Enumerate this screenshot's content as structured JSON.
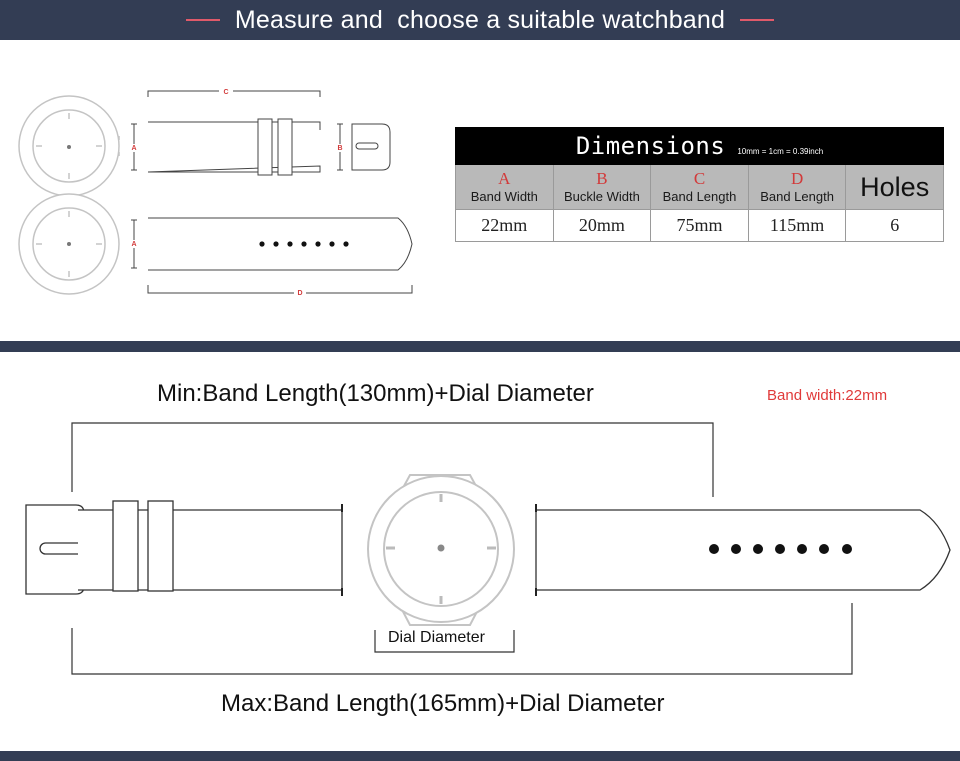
{
  "header": {
    "title": "Measure and  choose a suitable watchband"
  },
  "top_diagram": {
    "labels": {
      "a": "A",
      "b": "B",
      "c": "C",
      "d": "D"
    }
  },
  "dimensions_table": {
    "title": "Dimensions",
    "conversion_note": "10mm = 1cm = 0.39inch",
    "columns": [
      {
        "letter": "A",
        "label": "Band Width"
      },
      {
        "letter": "B",
        "label": "Buckle Width"
      },
      {
        "letter": "C",
        "label": "Band Length"
      },
      {
        "letter": "D",
        "label": "Band Length"
      },
      {
        "letter": "",
        "label": "Holes"
      }
    ],
    "values": [
      "22mm",
      "20mm",
      "75mm",
      "115mm",
      "6"
    ]
  },
  "fit_diagram": {
    "min_label": "Min:Band Length(130mm)+Dial Diameter",
    "max_label": "Max:Band Length(165mm)+Dial Diameter",
    "band_width_note": "Band width:22mm",
    "dial_diameter_label": "Dial Diameter"
  },
  "colors": {
    "header_bg": "#333d54",
    "accent": "#e05a6a",
    "note_red": "#e03a3a"
  }
}
